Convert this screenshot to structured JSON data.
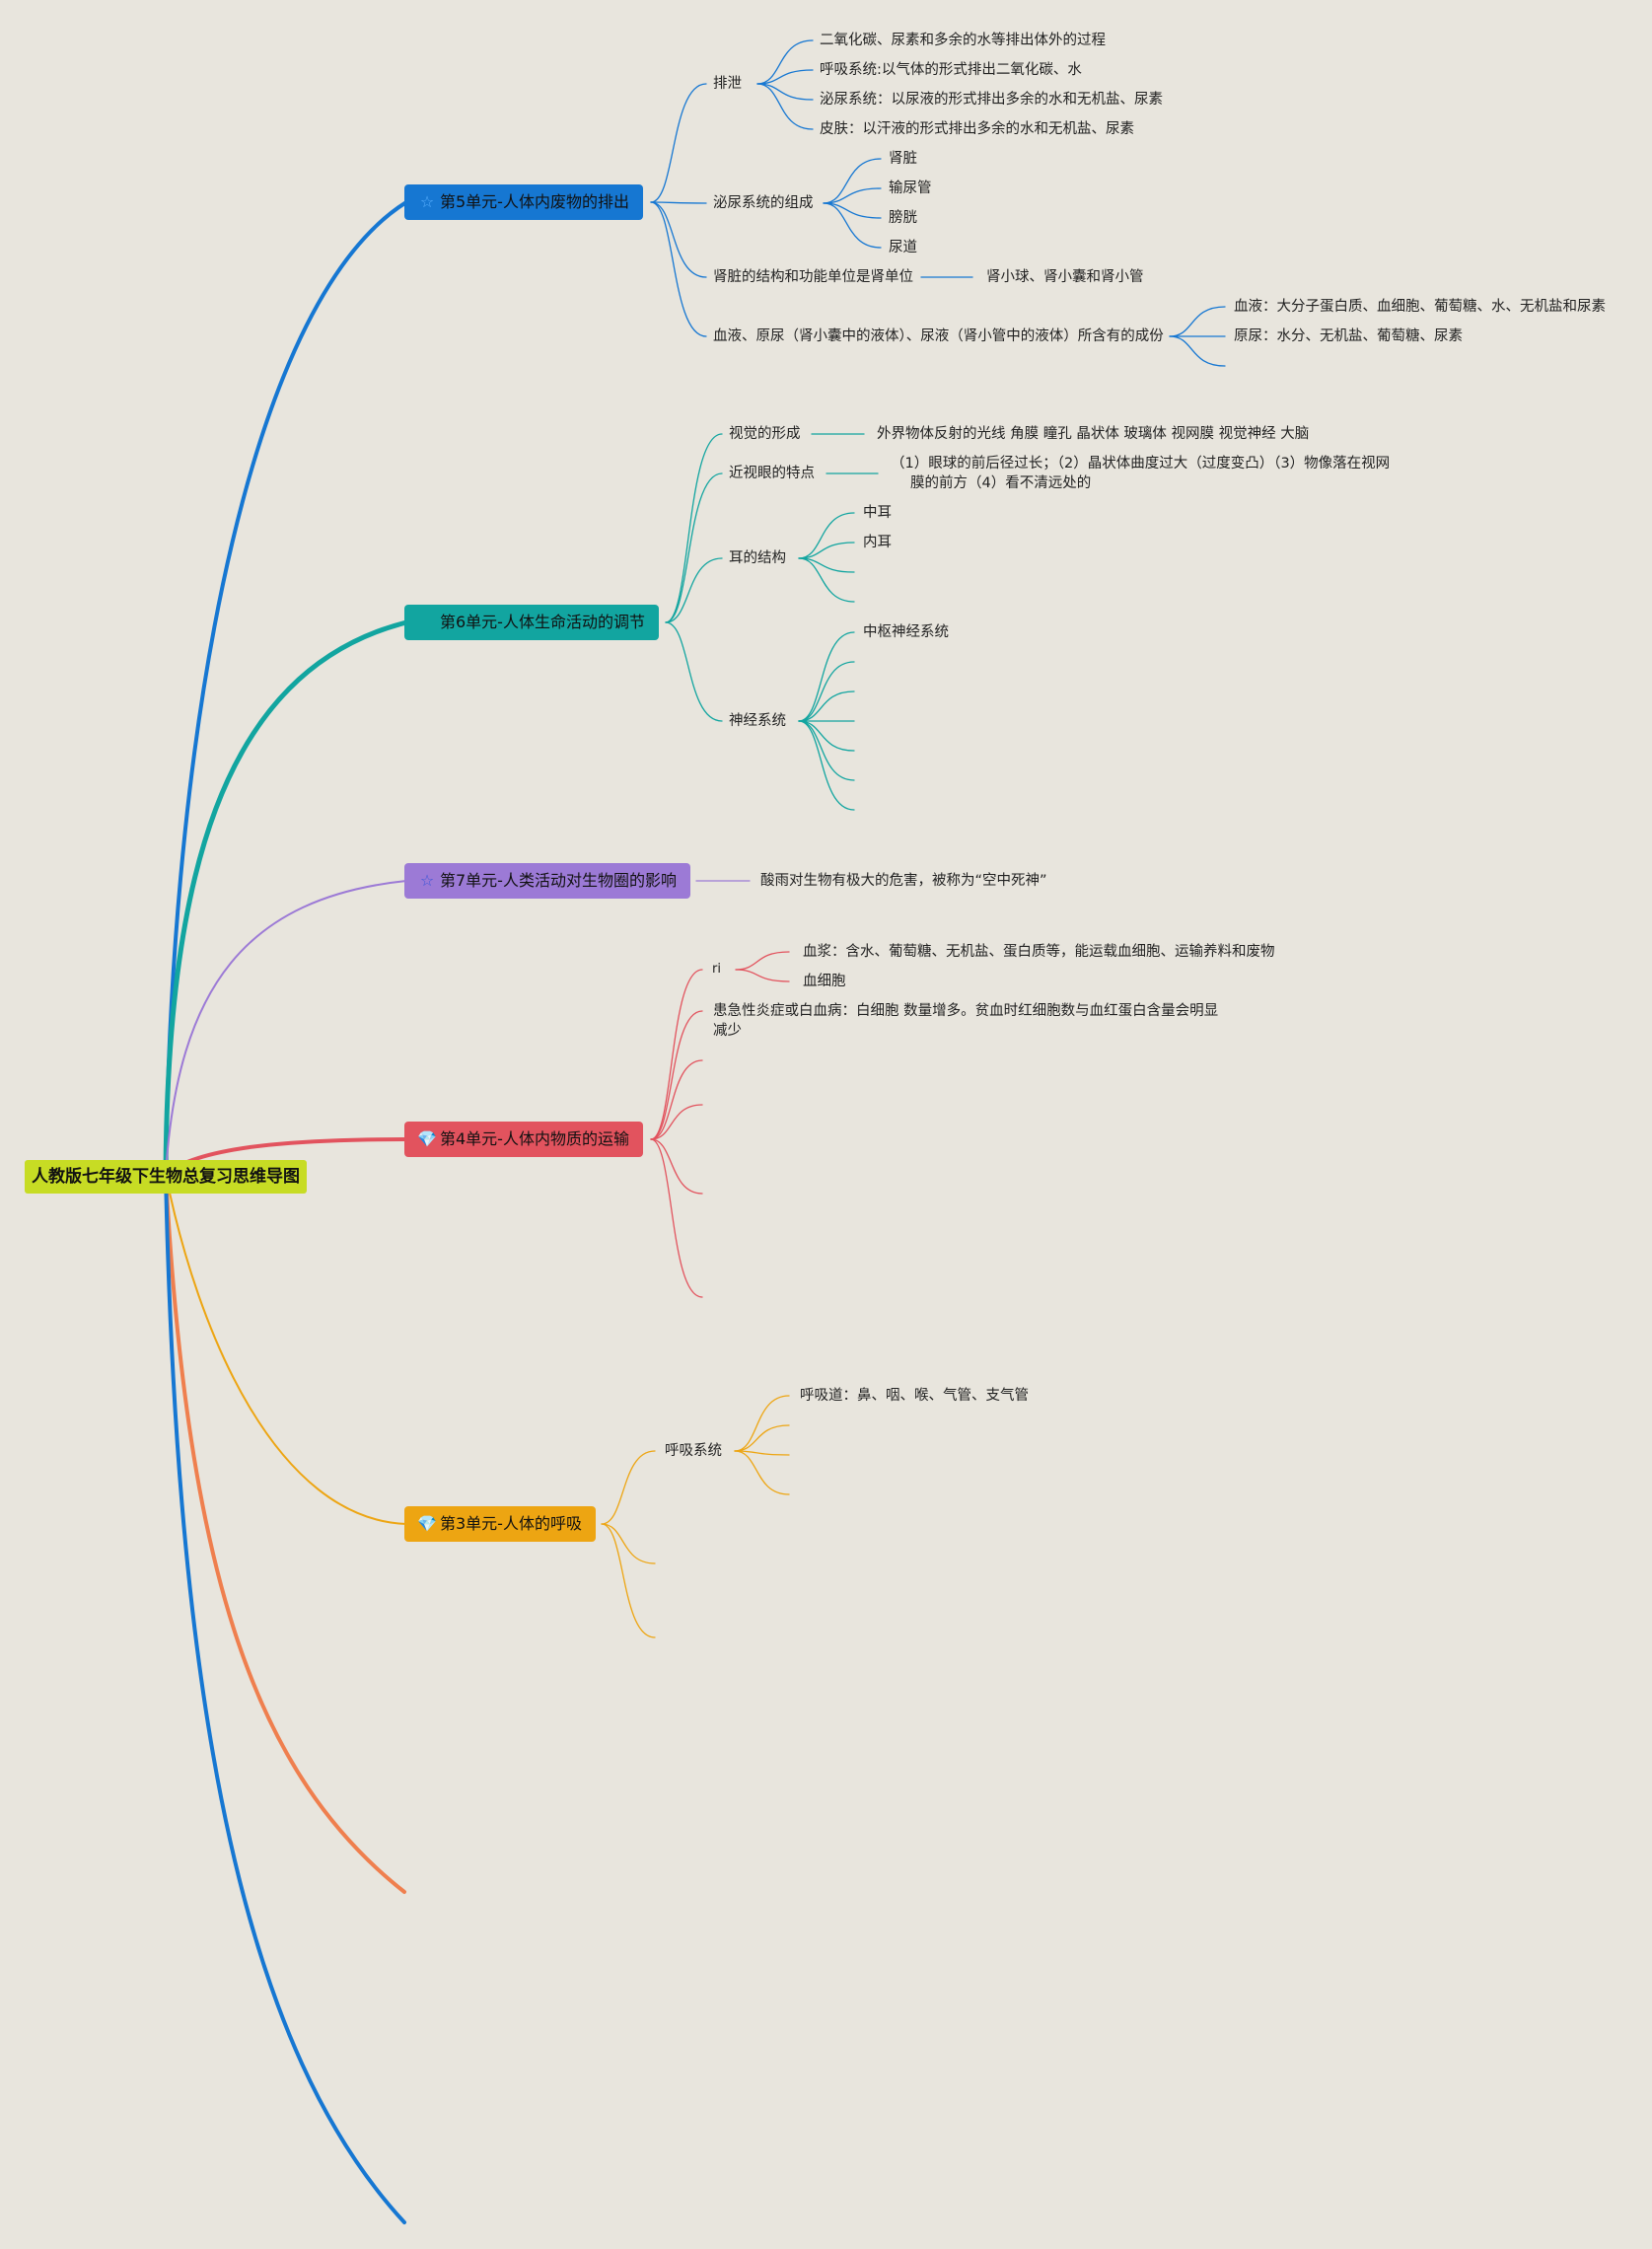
{
  "root": {
    "label": "人教版七年级下生物总复习思维导图"
  },
  "colors": {
    "blue": "#1677d2",
    "teal": "#12a5a0",
    "purple": "#9c7ad6",
    "red": "#e2535e",
    "yellow": "#eda512",
    "orange": "#ef7f4e",
    "bg": "#e8e5dd",
    "root": "#c7dc24"
  },
  "units": {
    "u5": {
      "label": "第5单元-人体内废物的排出",
      "icon": "star-icon",
      "excretion": {
        "label": "排泄",
        "items": [
          "二氧化碳、尿素和多余的水等排出体外的过程",
          "呼吸系统:以气体的形式排出二氧化碳、水",
          "泌尿系统：以尿液的形式排出多余的水和无机盐、尿素",
          "皮肤：以汗液的形式排出多余的水和无机盐、尿素"
        ]
      },
      "urinary": {
        "label": "泌尿系统的组成",
        "items": [
          "肾脏",
          "输尿管",
          "膀胱",
          "尿道"
        ]
      },
      "kidney": {
        "label": "肾脏的结构和功能单位是肾单位",
        "detail": "肾小球、肾小囊和肾小管"
      },
      "fluids": {
        "label": "血液、原尿（肾小囊中的液体）、尿液（肾小管中的液体）所含有的成份",
        "items": [
          "血液：大分子蛋白质、血细胞、葡萄糖、水、无机盐和尿素",
          "原尿：水分、无机盐、葡萄糖、尿素"
        ]
      }
    },
    "u6": {
      "label": "第6单元-人体生命活动的调节",
      "vision": {
        "label": "视觉的形成",
        "detail": "外界物体反射的光线 角膜 瞳孔 晶状体 玻璃体 视网膜 视觉神经 大脑"
      },
      "myopia": {
        "label": "近视眼的特点",
        "detail_line1": "（1）眼球的前后径过长；（2）晶状体曲度过大（过度变凸）（3）物像落在视网",
        "detail_line2": "膜的前方（4）看不清远处的"
      },
      "ear": {
        "label": "耳的结构",
        "items": [
          "中耳",
          "内耳"
        ]
      },
      "nerve": {
        "label": "神经系统",
        "items": [
          "中枢神经系统"
        ]
      }
    },
    "u7": {
      "label": "第7单元-人类活动对生物圈的影响",
      "icon": "star-icon",
      "detail": "酸雨对生物有极大的危害，被称为“空中死神”"
    },
    "u4": {
      "label": "第4单元-人体内物质的运输",
      "icon": "diamond-icon",
      "blood": {
        "label": "ri",
        "items": [
          "血浆：含水、葡萄糖、无机盐、蛋白质等，能运载血细胞、运输养料和废物",
          "血细胞"
        ]
      },
      "disease_line1": "患急性炎症或白血病：白细胞 数量增多。贫血时红细胞数与血红蛋白含量会明显",
      "disease_line2": "减少"
    },
    "u3": {
      "label": "第3单元-人体的呼吸",
      "icon": "diamond-icon",
      "resp": {
        "label": "呼吸系统",
        "items": [
          "呼吸道：鼻、咽、喉、气管、支气管"
        ]
      }
    }
  }
}
